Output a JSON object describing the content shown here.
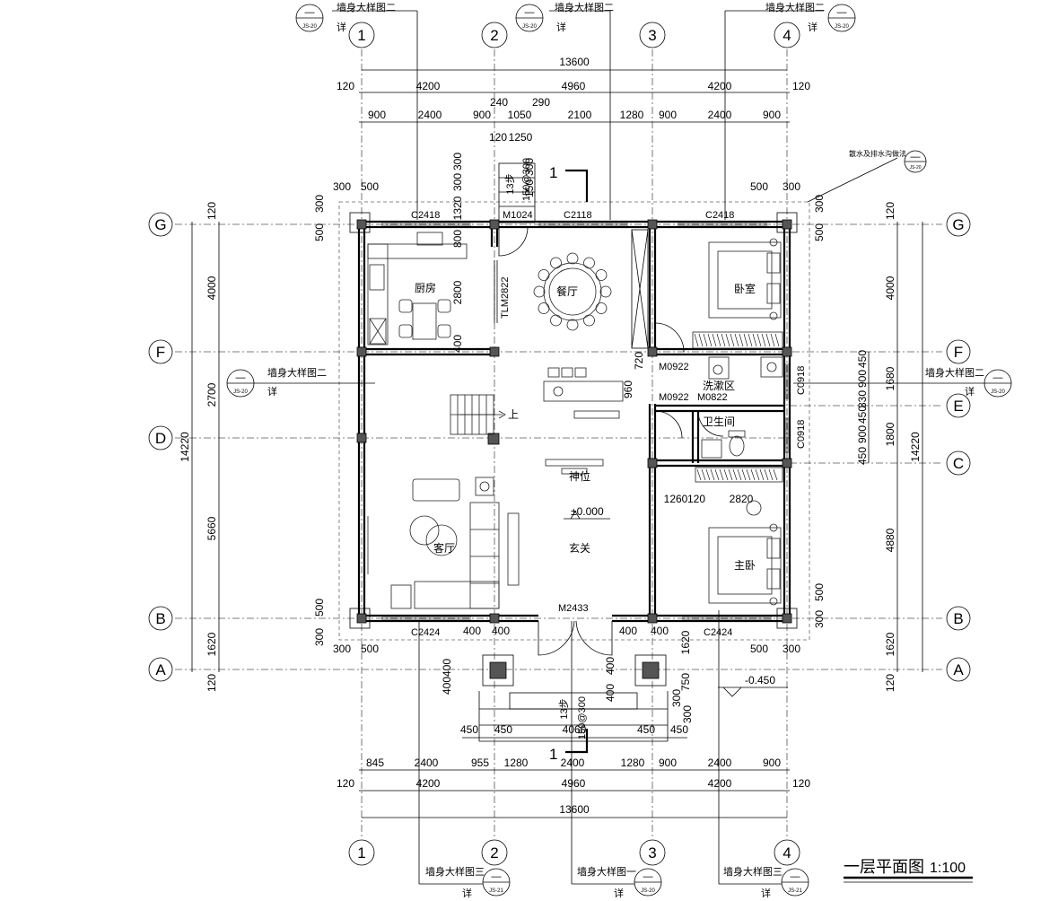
{
  "drawing": {
    "title": "一层平面图",
    "scale": "1:100"
  },
  "axes": {
    "vertical": [
      "1",
      "2",
      "3",
      "4"
    ],
    "horizontal": [
      "G",
      "F",
      "E",
      "D",
      "C",
      "B",
      "A"
    ]
  },
  "rooms": {
    "kitchen": "厨房",
    "dining": "餐厅",
    "bedroom": "卧室",
    "wash_area": "洗漱区",
    "toilet": "卫生间",
    "shrine": "神位",
    "living": "客厅",
    "entry": "玄关",
    "master_bedroom": "主卧"
  },
  "elevations": {
    "floor": "±0.000",
    "exterior": "-0.450"
  },
  "stairs": {
    "up_label": "上",
    "rear_steps": "13步",
    "rear_spec": "150@300",
    "front_steps": "13步",
    "front_spec": "150@300"
  },
  "section_mark": "1",
  "callouts": {
    "wall_detail_2": "墙身大样图二",
    "wall_detail_3": "墙身大样图三",
    "wall_detail_1": "墙身大样图一",
    "detail_word": "详",
    "drain_note": "散水及排水沟做法",
    "sheet_20": "JS-20",
    "sheet_21": "JS-21",
    "dash_mark": "—"
  },
  "openings": {
    "c2418a": "C2418",
    "m1024": "M1024",
    "c2118": "C2118",
    "c2418b": "C2418",
    "tlm2822": "TLM2822",
    "m0922a": "M0922",
    "m0922b": "M0922",
    "m0822": "M0822",
    "c0918a": "C0918",
    "c0918b": "C0918",
    "c2424a": "C2424",
    "m2433": "M2433",
    "c2424b": "C2424"
  },
  "dims_top": {
    "overall": "13600",
    "row2": [
      "120",
      "4200",
      "4960",
      "4200",
      "120"
    ],
    "row3": [
      "900",
      "2400",
      "900",
      "1050",
      "2100",
      "1280",
      "900",
      "2400",
      "900"
    ],
    "small": [
      "240",
      "290",
      "120",
      "1250",
      "300",
      "300",
      "1320",
      "800",
      "150",
      "300",
      "300",
      "500",
      "500",
      "300"
    ]
  },
  "dims_bottom": {
    "overall": "13600",
    "row2": [
      "120",
      "4200",
      "4960",
      "4200",
      "120"
    ],
    "row3": [
      "845",
      "2400",
      "955",
      "1280",
      "2400",
      "1280",
      "900",
      "2400",
      "900"
    ],
    "row4": [
      "450",
      "450",
      "4060",
      "450",
      "450"
    ]
  },
  "dims_left": {
    "overall": "14220",
    "spans": [
      "120",
      "4000",
      "2700",
      "5660",
      "1620",
      "120"
    ],
    "small": [
      "300",
      "500",
      "500",
      "300",
      "300",
      "500"
    ]
  },
  "dims_right": {
    "overall": "14220",
    "spans": [
      "120",
      "4000",
      "1680",
      "1800",
      "4880",
      "1620",
      "120"
    ],
    "small": [
      "300",
      "500",
      "450",
      "900",
      "330",
      "450",
      "900",
      "450",
      "500",
      "300",
      "500",
      "300"
    ]
  },
  "dims_inner": {
    "kitchen_depth": "2800",
    "kitchen_offset": "400",
    "hall_720": "720",
    "hall_960": "960",
    "bed_1260": "1260",
    "bed_120": "120",
    "bed_2820": "2820",
    "entry_400a": "400",
    "entry_400b": "400",
    "entry_400c": "400",
    "entry_400d": "400",
    "entry_1620": "1620",
    "pillar_400a": "400",
    "pillar_400b": "400",
    "pillar_400c": "400",
    "pillar_400d": "400",
    "step_750": "750",
    "step_300a": "300",
    "step_300b": "300"
  }
}
